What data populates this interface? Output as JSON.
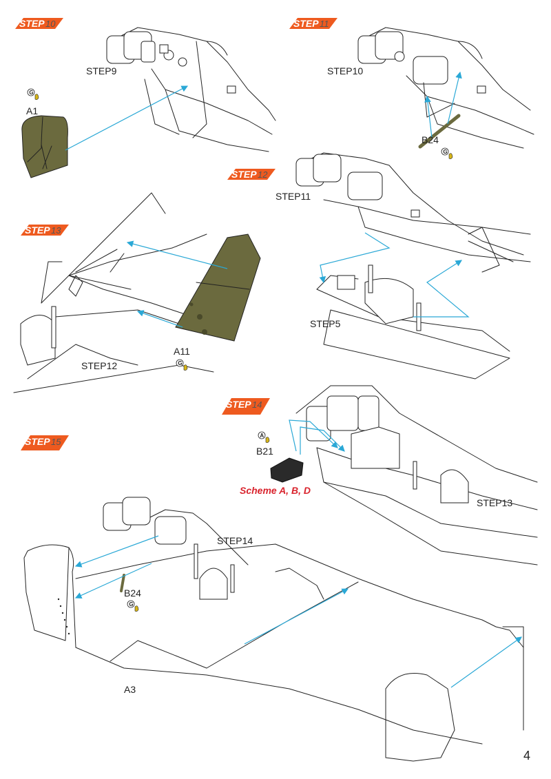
{
  "colors": {
    "badge": "#ee5a1f",
    "arrow": "#2aa8d6",
    "olive": "#6b6a3e",
    "scheme": "#d9232d"
  },
  "steps": [
    {
      "badge": "STEP",
      "num": "10"
    },
    {
      "badge": "STEP",
      "num": "11"
    },
    {
      "badge": "STEP",
      "num": "12"
    },
    {
      "badge": "STEP",
      "num": "13"
    },
    {
      "badge": "STEP",
      "num": "14"
    },
    {
      "badge": "STEP",
      "num": "15"
    }
  ],
  "refs": [
    "STEP9",
    "STEP10",
    "STEP11",
    "STEP5",
    "STEP12",
    "STEP13",
    "STEP14"
  ],
  "parts": [
    "A1",
    "B24",
    "A11",
    "B21",
    "B24",
    "A3"
  ],
  "codes": [
    "G",
    "G",
    "G",
    "A",
    "G"
  ],
  "scheme_label": "Scheme A, B, D",
  "page_number": "4"
}
